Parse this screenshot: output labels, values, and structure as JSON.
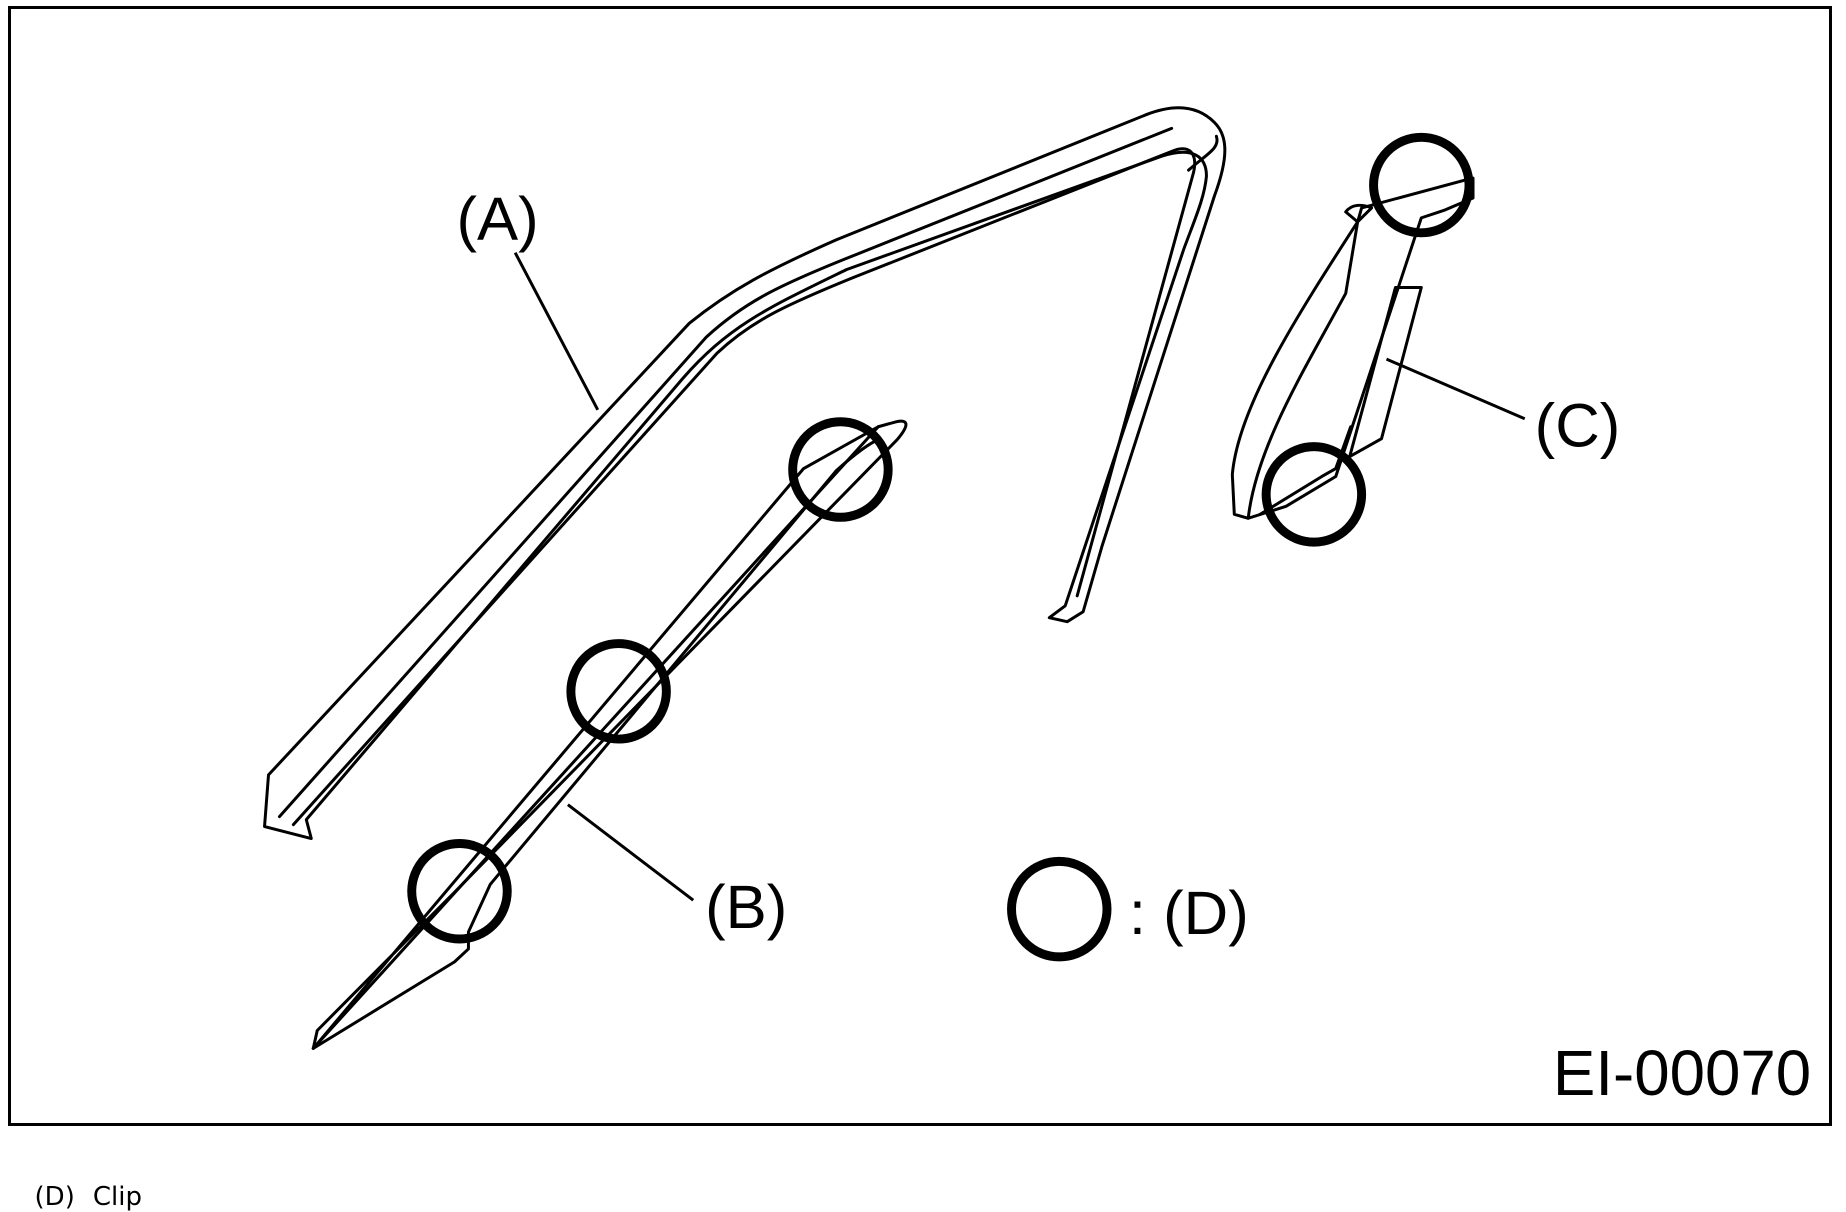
{
  "figure": {
    "id_label": "EI-00070",
    "callouts": {
      "a": "(A)",
      "b": "(B)",
      "c": "(C)",
      "d_legend": ": (D)"
    }
  },
  "legend": [
    {
      "key": "(D)",
      "text": "Clip"
    }
  ]
}
